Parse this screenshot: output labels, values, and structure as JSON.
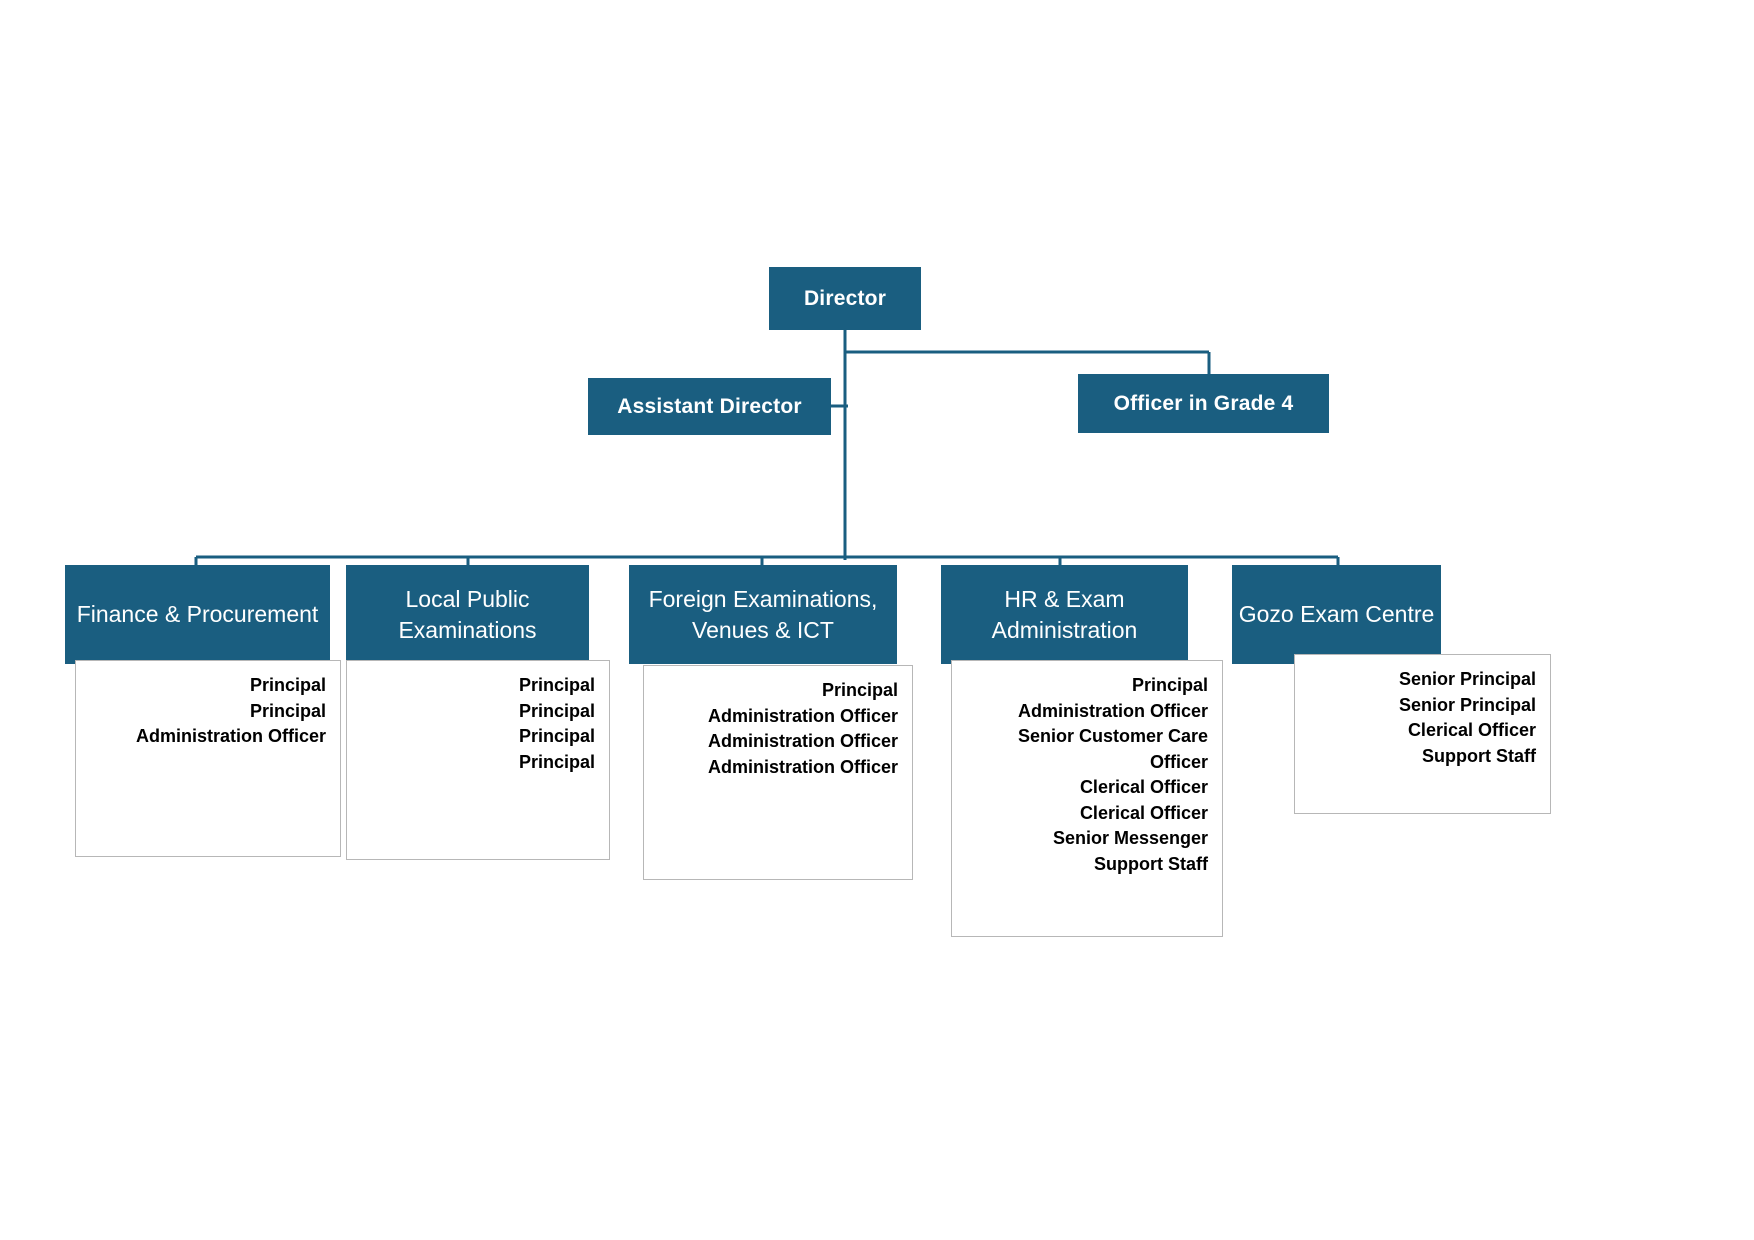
{
  "chart": {
    "type": "organization-chart",
    "accent_color": "#1a5e80",
    "panel_border_color": "#b7b7b7",
    "background": "#ffffff",
    "top": {
      "director": "Director",
      "assistant_director": "Assistant Director",
      "officer_grade_4": "Officer in Grade 4"
    },
    "departments": [
      {
        "title": "Finance & Procurement",
        "roles": [
          "Principal",
          "Principal",
          "Administration Officer"
        ]
      },
      {
        "title": "Local Public Examinations",
        "roles": [
          "Principal",
          "Principal",
          "Principal",
          "Principal"
        ]
      },
      {
        "title": "Foreign Examinations, Venues & ICT",
        "roles": [
          "Principal",
          "Administration Officer",
          "Administration Officer",
          "Administration Officer"
        ]
      },
      {
        "title": "HR & Exam Administration",
        "roles": [
          "Principal",
          "Administration Officer",
          "Senior Customer Care Officer",
          "Clerical Officer",
          "Clerical Officer",
          "Senior Messenger",
          "Support Staff"
        ]
      },
      {
        "title": "Gozo Exam Centre",
        "roles": [
          "Senior Principal",
          "Senior Principal",
          "Clerical Officer",
          "Support Staff"
        ]
      }
    ]
  }
}
